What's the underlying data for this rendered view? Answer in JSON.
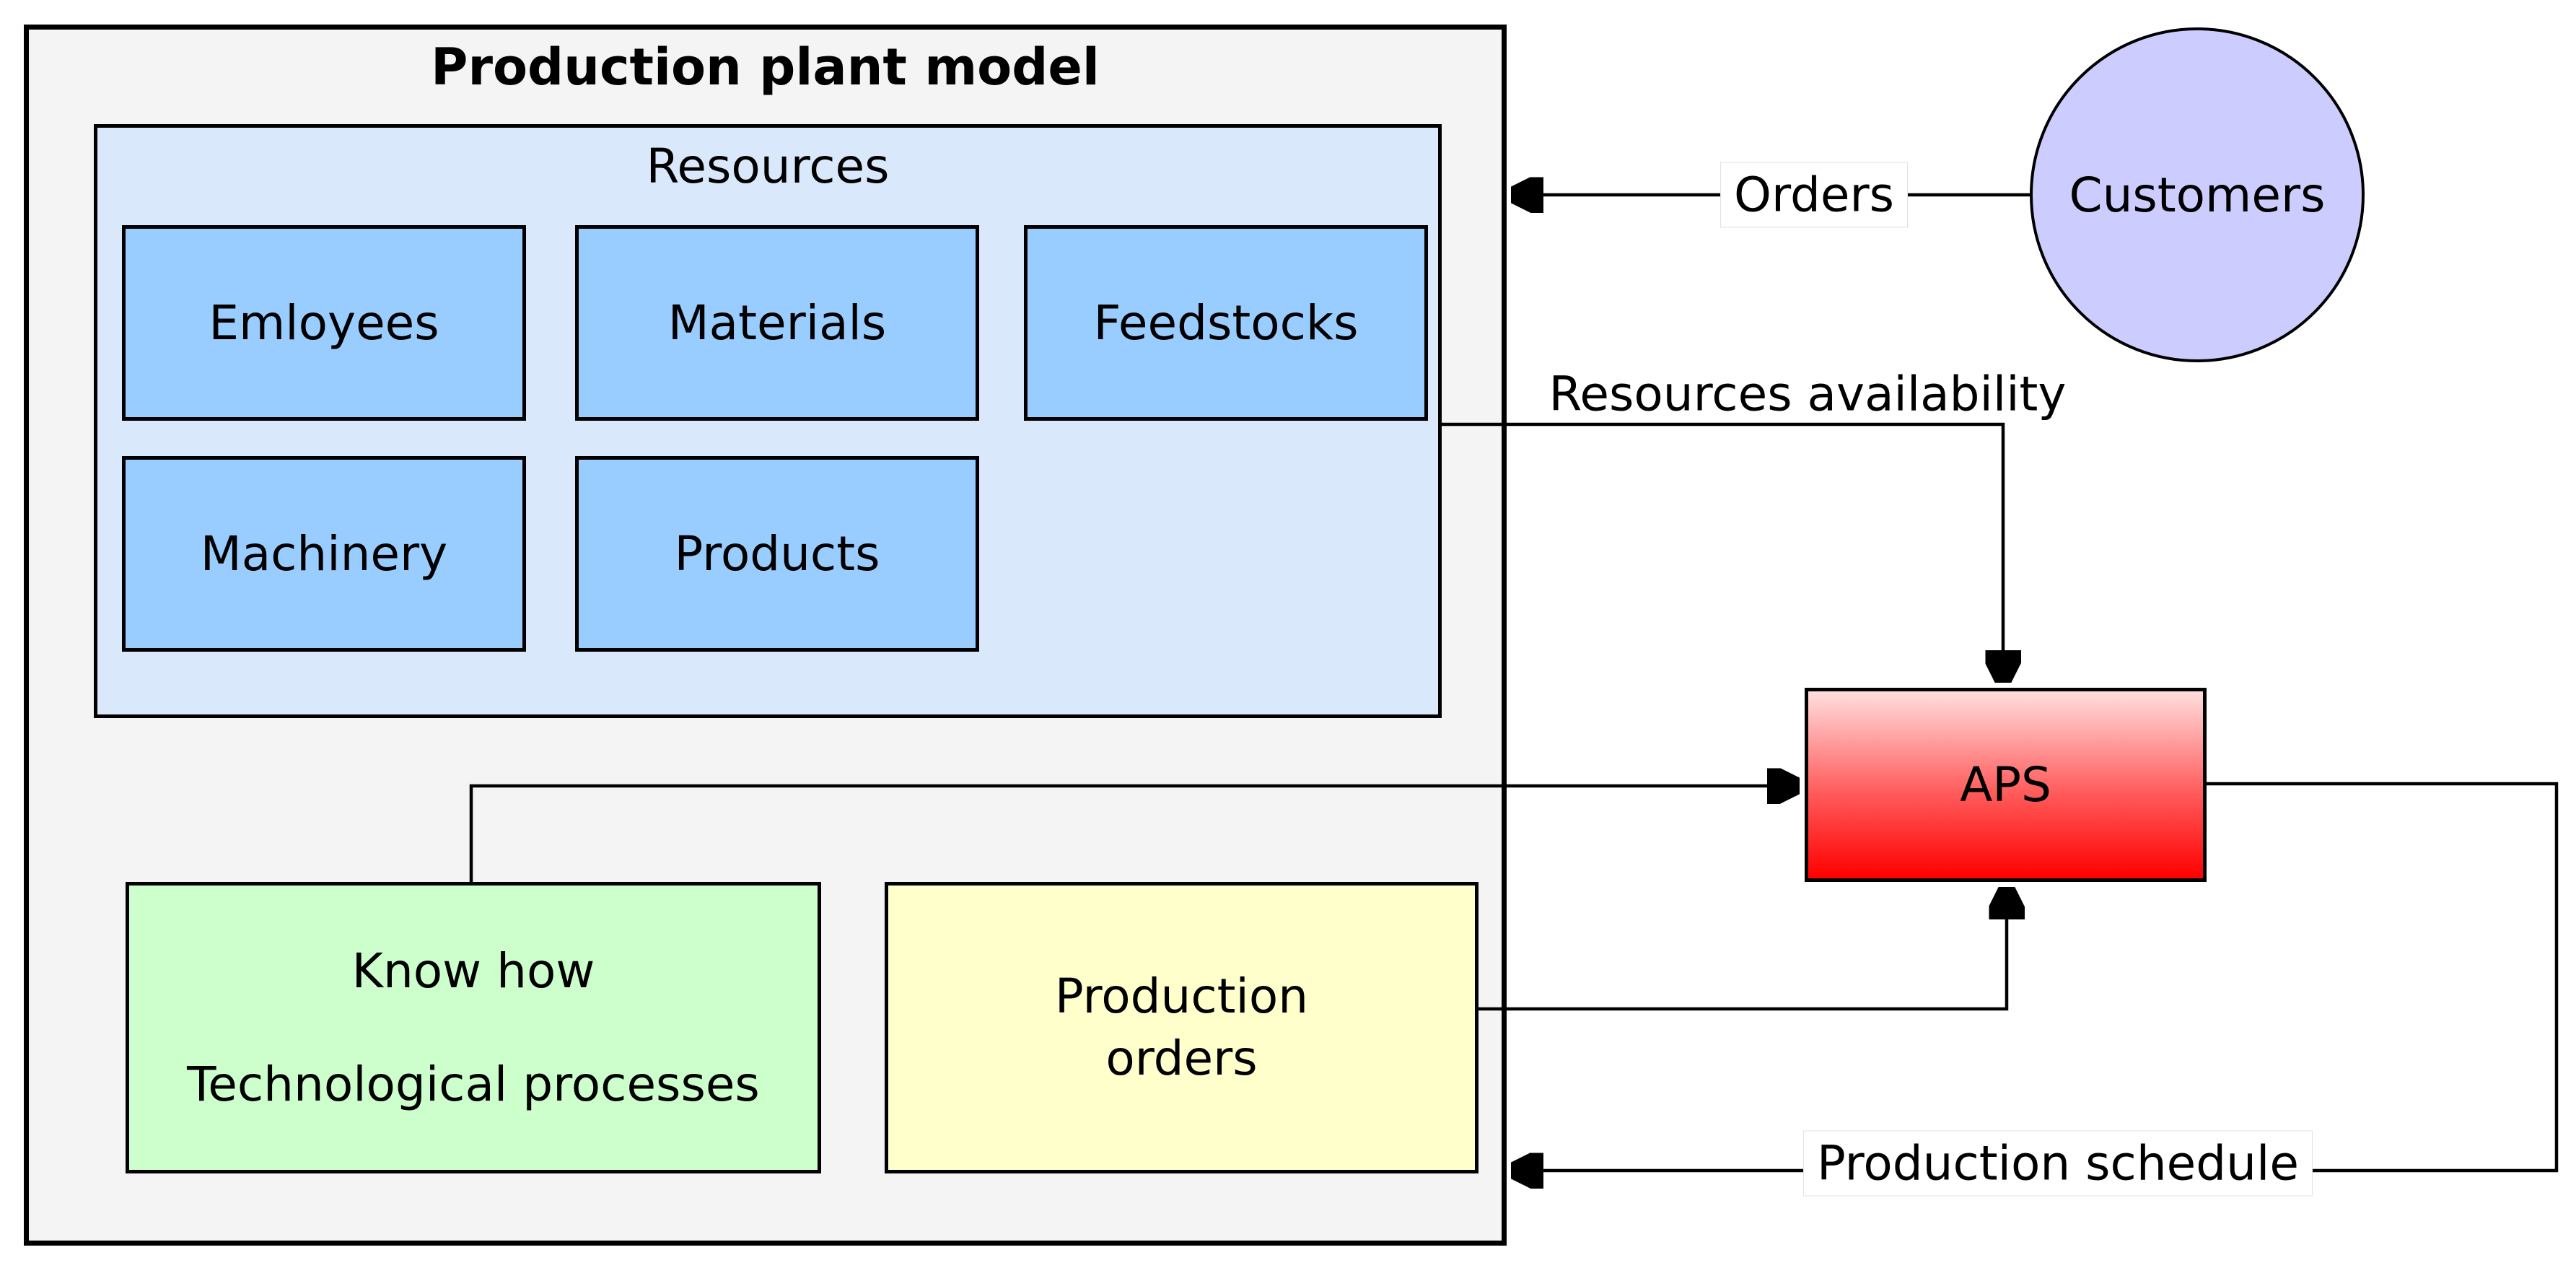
{
  "plant": {
    "title": "Production plant model"
  },
  "resources": {
    "label": "Resources",
    "items": [
      "Emloyees",
      "Materials",
      "Feedstocks",
      "Machinery",
      "Products"
    ]
  },
  "know_how": {
    "line1": "Know how",
    "line2": "Technological processes"
  },
  "production_orders": {
    "line1": "Production",
    "line2": "orders"
  },
  "customers": {
    "label": "Customers"
  },
  "aps": {
    "label": "APS"
  },
  "edges": {
    "orders": {
      "label": "Orders",
      "from": "Customers",
      "to": "Production plant model"
    },
    "resources_availability": {
      "label": "Resources availability",
      "from": "Resources",
      "to": "APS"
    },
    "know_how_to_aps": {
      "from": "Know how",
      "to": "APS"
    },
    "production_orders_to_aps": {
      "from": "Production orders",
      "to": "APS"
    },
    "production_schedule": {
      "label": "Production schedule",
      "from": "APS",
      "to": "Production plant model"
    }
  },
  "colors": {
    "plant_fill": "#f4f4f4",
    "resources_fill": "#dae8fc",
    "resource_item_fill": "#99ccff",
    "know_how_fill": "#ccffcc",
    "production_orders_fill": "#ffffcc",
    "customers_fill": "#ccccff",
    "aps_gradient_top": "#ffdede",
    "aps_gradient_bottom": "#ff0000",
    "border": "#000000",
    "canvas": "#ffffff"
  }
}
